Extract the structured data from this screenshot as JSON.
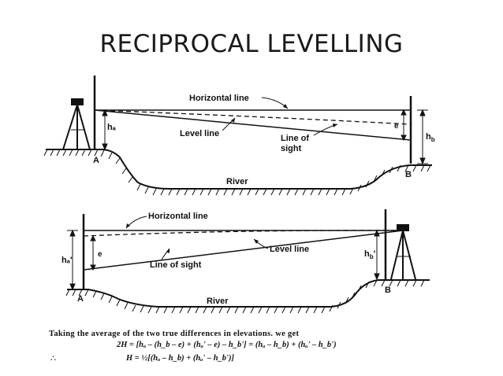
{
  "title": "RECIPROCAL LEVELLING",
  "top_figure": {
    "horizontal_line": "Horizontal line",
    "level_line": "Level line",
    "line_of_sight": "Line of sight",
    "river": "River",
    "point_a": "A",
    "point_b": "B",
    "h_a": "hₐ",
    "h_b": "h_b",
    "e": "e"
  },
  "bottom_figure": {
    "horizontal_line": "Horizontal line",
    "level_line": "Level line",
    "line_of_sight": "Line of sight",
    "river": "River",
    "point_a": "A",
    "point_b": "B",
    "h_a_prime": "hₐ'",
    "h_b_prime": "h_b'",
    "e": "e"
  },
  "text": {
    "caption": "Taking the average of the two true differences in elevations. we get",
    "eq1": "2H = [hₐ – (h_b – e) + (hₐ' – e) – h_b'] = (hₐ – h_b) + (hₐ' – h_b')",
    "therefore": "∴",
    "eq2": "H = ½[(hₐ – h_b) + (hₐ' – h_b')]"
  }
}
